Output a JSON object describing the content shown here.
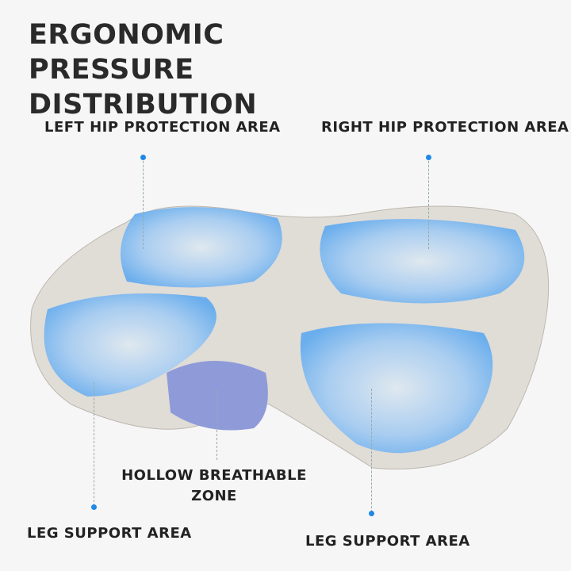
{
  "title": "ERGONOMIC PRESSURE DISTRIBUTION",
  "labels": {
    "left_hip": "LEFT HIP PROTECTION AREA",
    "right_hip": "RIGHT HIP PROTECTION AREA",
    "hollow": "HOLLOW BREATHABLE ZONE",
    "leg_left": "LEG SUPPORT AREA",
    "leg_right": "LEG SUPPORT AREA"
  },
  "colors": {
    "accent": "#1e88e5",
    "cushion": "#e0dcd6",
    "zone": "#7db8ec"
  }
}
